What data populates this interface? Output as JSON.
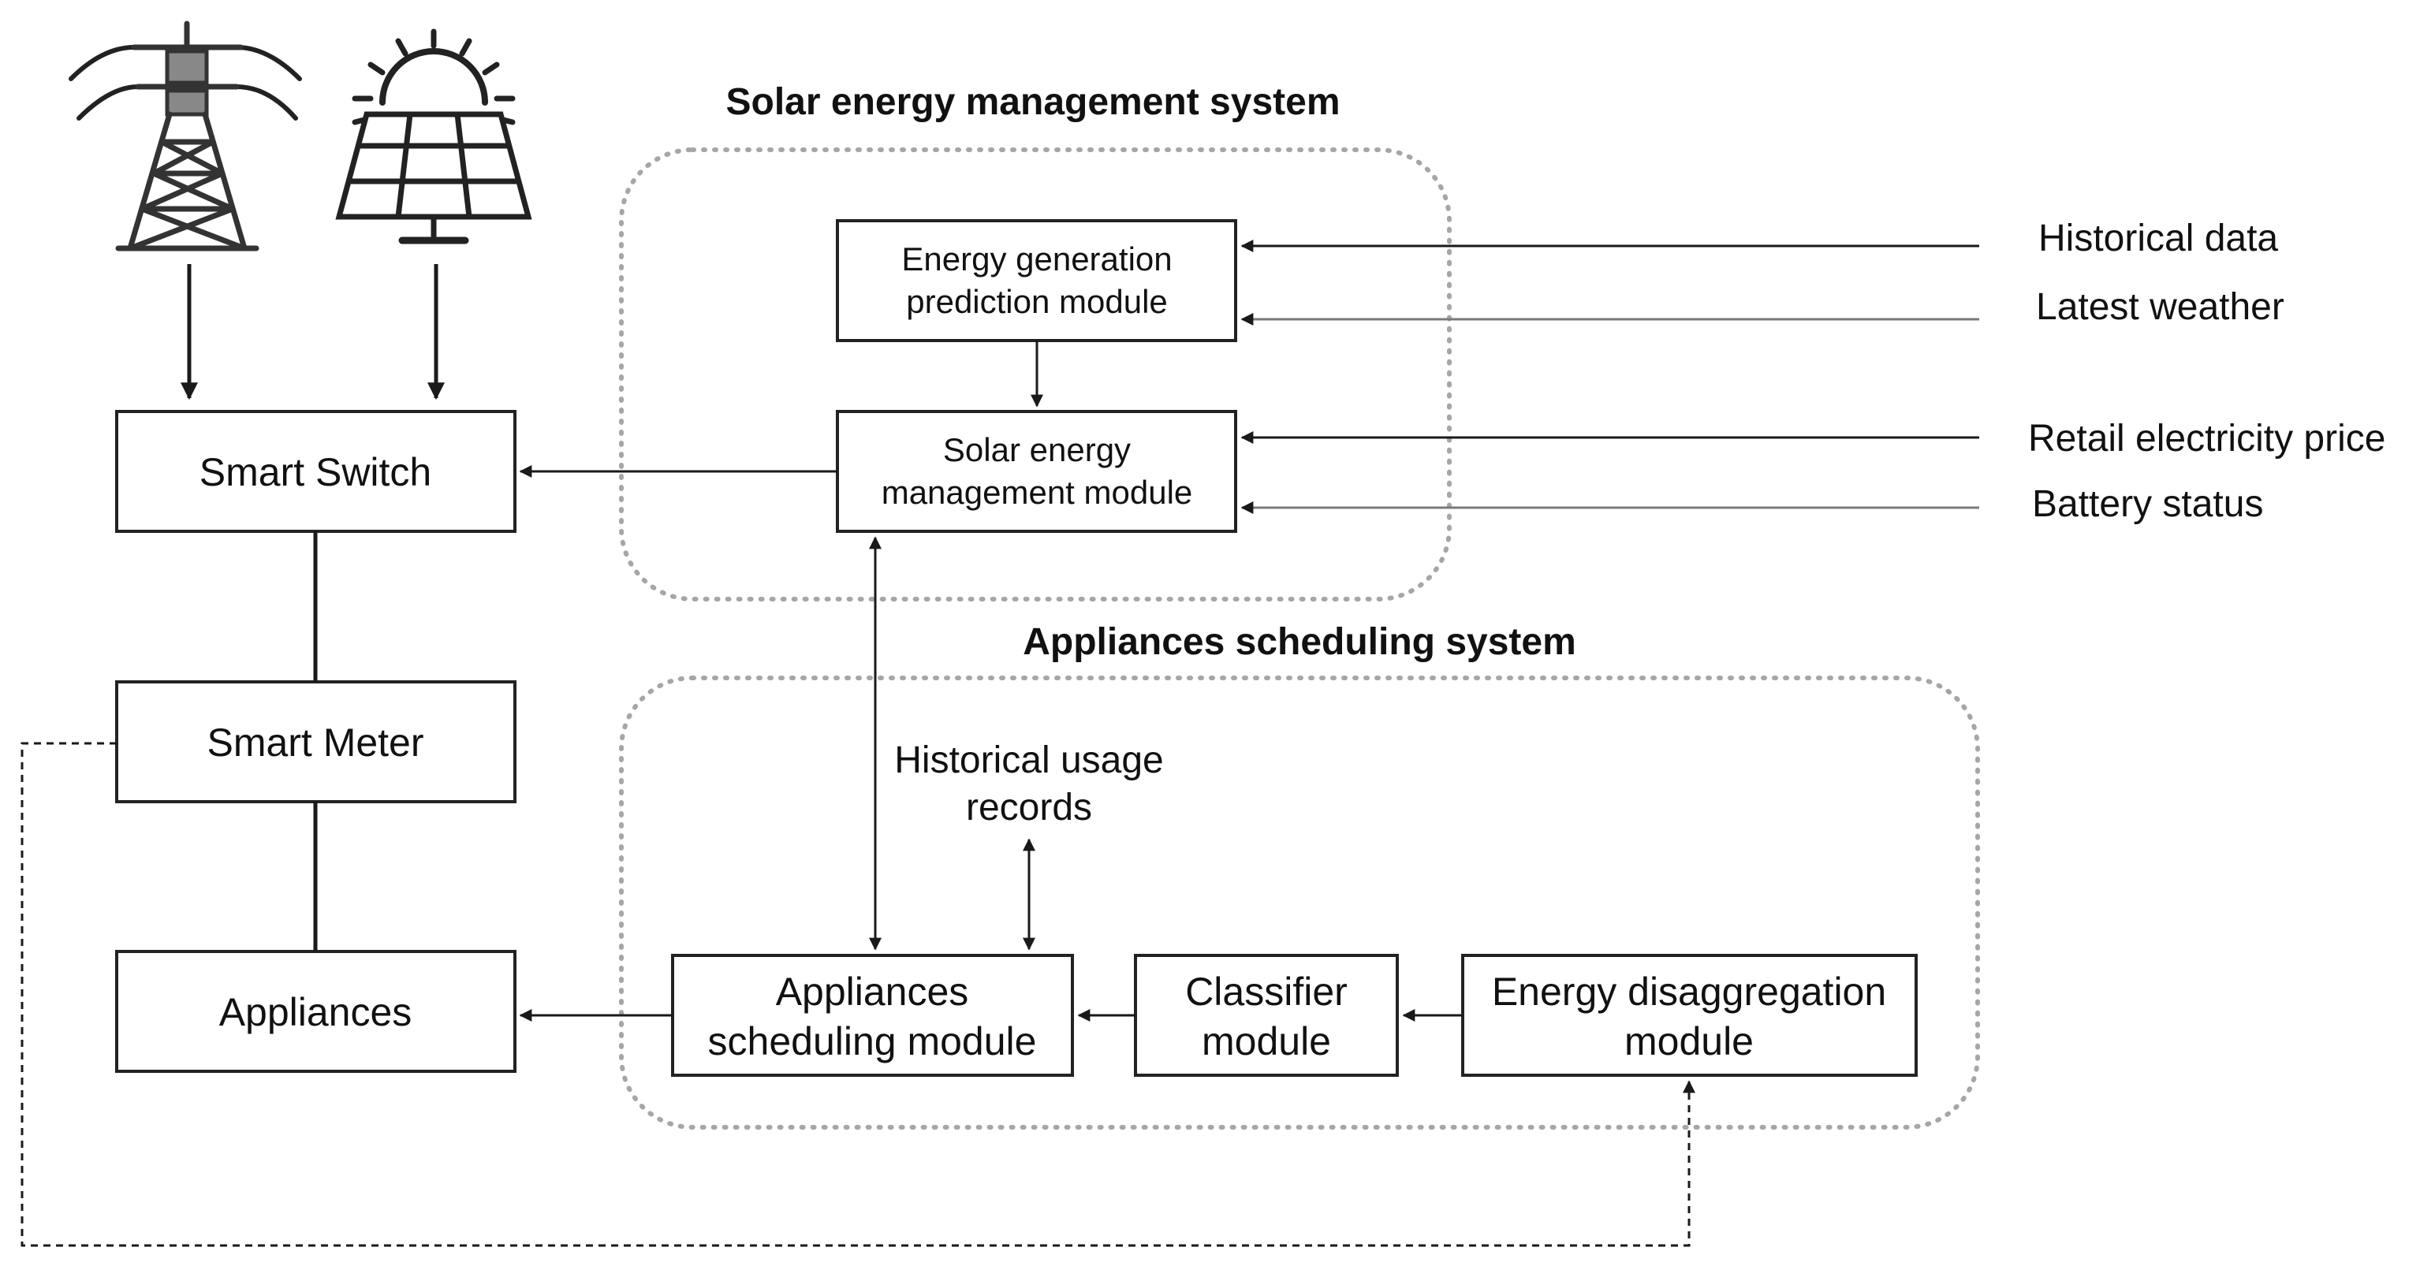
{
  "groups": {
    "solar_system_title": "Solar energy management system",
    "appliance_system_title": "Appliances scheduling system"
  },
  "nodes": {
    "smart_switch": "Smart Switch",
    "smart_meter": "Smart Meter",
    "appliances": "Appliances",
    "generation_prediction": [
      "Energy generation",
      "prediction module"
    ],
    "solar_management": [
      "Solar energy",
      "management module"
    ],
    "appliances_scheduling": [
      "Appliances",
      "scheduling module"
    ],
    "classifier": [
      "Classifier",
      "module"
    ],
    "disaggregation": [
      "Energy disaggregation",
      "module"
    ]
  },
  "inputs": {
    "historical_data": "Historical data",
    "latest_weather": "Latest weather",
    "retail_price": "Retail electricity price",
    "battery_status": "Battery status",
    "usage_records": [
      "Historical usage",
      "records"
    ]
  },
  "icons": {
    "grid": "power-tower-icon",
    "solar": "solar-panel-icon"
  },
  "colors": {
    "group_border": "#a6a6a6",
    "stroke": "#222222"
  }
}
